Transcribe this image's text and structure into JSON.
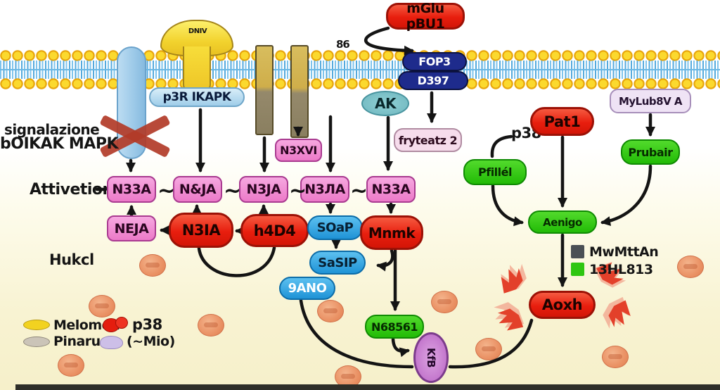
{
  "captions": {
    "signal_line1": "signalazione",
    "signal_line2": "bOIKAK MAPK",
    "activation": "Attivetion",
    "hukcl": "Hukcl",
    "p38_pathway": "p38",
    "membrane_digits": "86",
    "connector_tilde": "~"
  },
  "receptors": {
    "yellow_receptor_label": "DNIV",
    "blue_band_label": "p3R IKAPK"
  },
  "boxes": {
    "ligand": "mGlu pBU1",
    "pill_top": "FOP3",
    "pill_bottom": "D397",
    "ak": "AK",
    "fryteatz": "fryteatz 2",
    "n3xvi": "N3XVI",
    "row1": [
      "N33A",
      "N&JA",
      "N3JA",
      "N3ЛA",
      "N33A"
    ],
    "row2_pink": "NEJA",
    "row2_red1": "N3IA",
    "row2_red2": "h4D4",
    "soap": "SOaP",
    "mnmk": "Mnmk",
    "sasip": "SaSIP",
    "sano": "9ANO",
    "n68561": "N68561",
    "kfb": "KfB",
    "myb": "MyLub8V A",
    "prubair": "Prubair",
    "pat1": "Pat1",
    "pfillel": "Pfillél",
    "aenigo": "Aenigo",
    "aoxh": "Aoxh"
  },
  "legend_left": {
    "items": [
      {
        "shape": "yellow-ellipse",
        "label": "Melomon"
      },
      {
        "shape": "red-blob",
        "label": "p38"
      },
      {
        "shape": "gray-ellipse",
        "label": "Pinaruo"
      },
      {
        "shape": "lavender-blob",
        "label": "(~Mio)"
      }
    ]
  },
  "legend_right": {
    "items": [
      {
        "swatch": "#4a4f54",
        "label": "MwMttAn"
      },
      {
        "swatch": "#2ec610",
        "label": "13HL813"
      }
    ]
  },
  "colors": {
    "red_node": "#e8281c",
    "pink_node": "#ec7ac8",
    "blue_node": "#2e9ad8",
    "green_node": "#2ec610",
    "navy_pill": "#1e2b8c",
    "membrane_head": "#f5c91d",
    "membrane_tail": "#69b7e4",
    "cell_blob": "#ea9265",
    "legend_gray": "#4a4f54",
    "legend_green": "#2ec610"
  }
}
